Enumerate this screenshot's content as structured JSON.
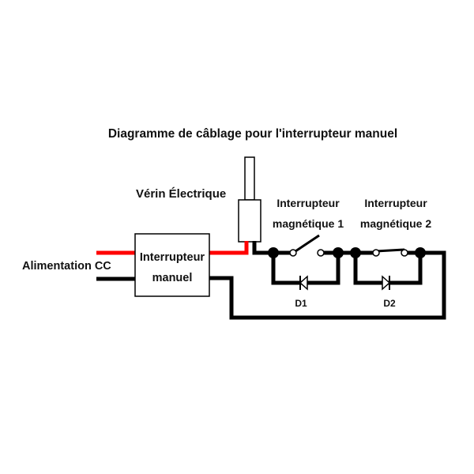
{
  "title": "Diagramme de câblage pour l'interrupteur manuel",
  "labels": {
    "actuator": "Vérin Électrique",
    "power": "Alimentation CC",
    "manual_switch_line1": "Interrupteur",
    "manual_switch_line2": "manuel",
    "mag1_line1": "Interrupteur",
    "mag1_line2": "magnétique 1",
    "mag2_line1": "Interrupteur",
    "mag2_line2": "magnétique 2",
    "d1": "D1",
    "d2": "D2"
  },
  "colors": {
    "positive_wire": "#ff0000",
    "negative_wire": "#000000"
  }
}
